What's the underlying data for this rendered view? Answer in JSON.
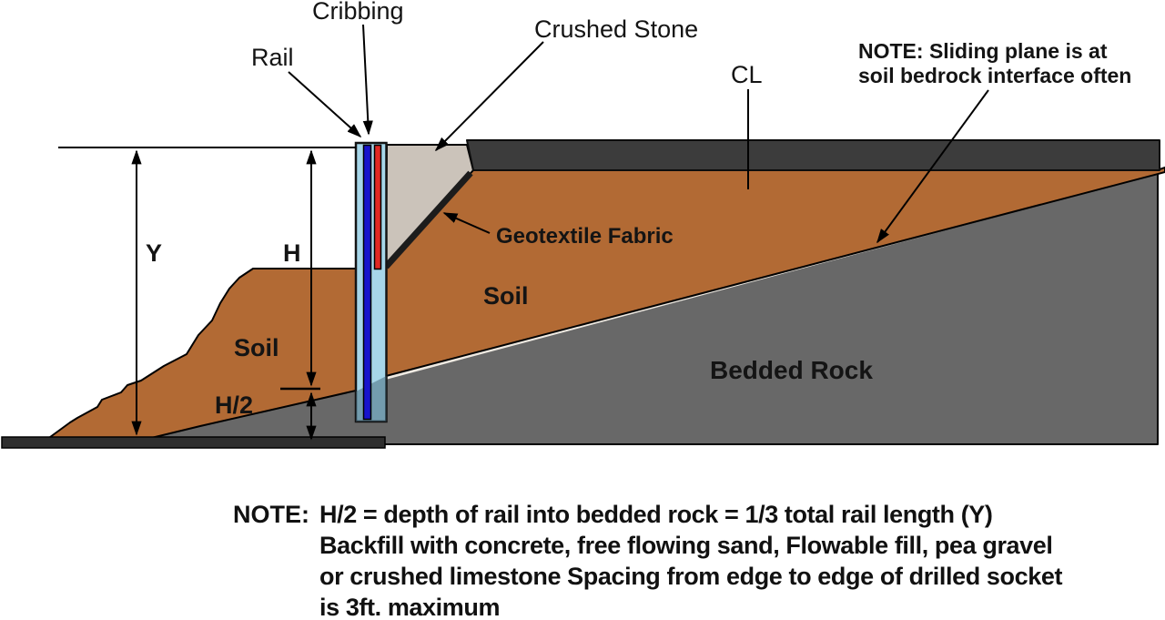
{
  "page": {
    "background": "#ffffff"
  },
  "diagram": {
    "callouts": {
      "cribbing": "Cribbing",
      "rail": "Rail",
      "crushed_stone": "Crushed Stone",
      "centerline": "CL",
      "geotextile": "Geotextile Fabric",
      "sliding_note_line1": "NOTE: Sliding plane is at",
      "sliding_note_line2": "soil bedrock interface often"
    },
    "regions": {
      "soil_upper": "Soil",
      "soil_left": "Soil",
      "bedded_rock": "Bedded Rock"
    },
    "dimensions": {
      "y": "Y",
      "h": "H",
      "h_half": "H/2"
    },
    "colors": {
      "soil": "#b26a34",
      "bedrock": "#686868",
      "roadway": "#3c3c3c",
      "crushed_stone": "#cbc3ba",
      "cribbing": "#a7d6e9",
      "rail_blue": "#1713cd",
      "rail_red": "#e12823",
      "sliding_plane": "#efeae2",
      "geotextile": "#1c1c1c",
      "bottom_bar": "#2e2e2e",
      "socket_shade": "#3f6274"
    }
  },
  "bottom_note": {
    "label": "NOTE:",
    "lines": [
      "H/2 = depth of rail into bedded rock = 1/3 total rail length (Y)",
      "Backfill with concrete, free flowing sand, Flowable fill, pea gravel",
      "or crushed limestone Spacing from edge to edge of drilled socket",
      "is 3ft. maximum"
    ]
  }
}
